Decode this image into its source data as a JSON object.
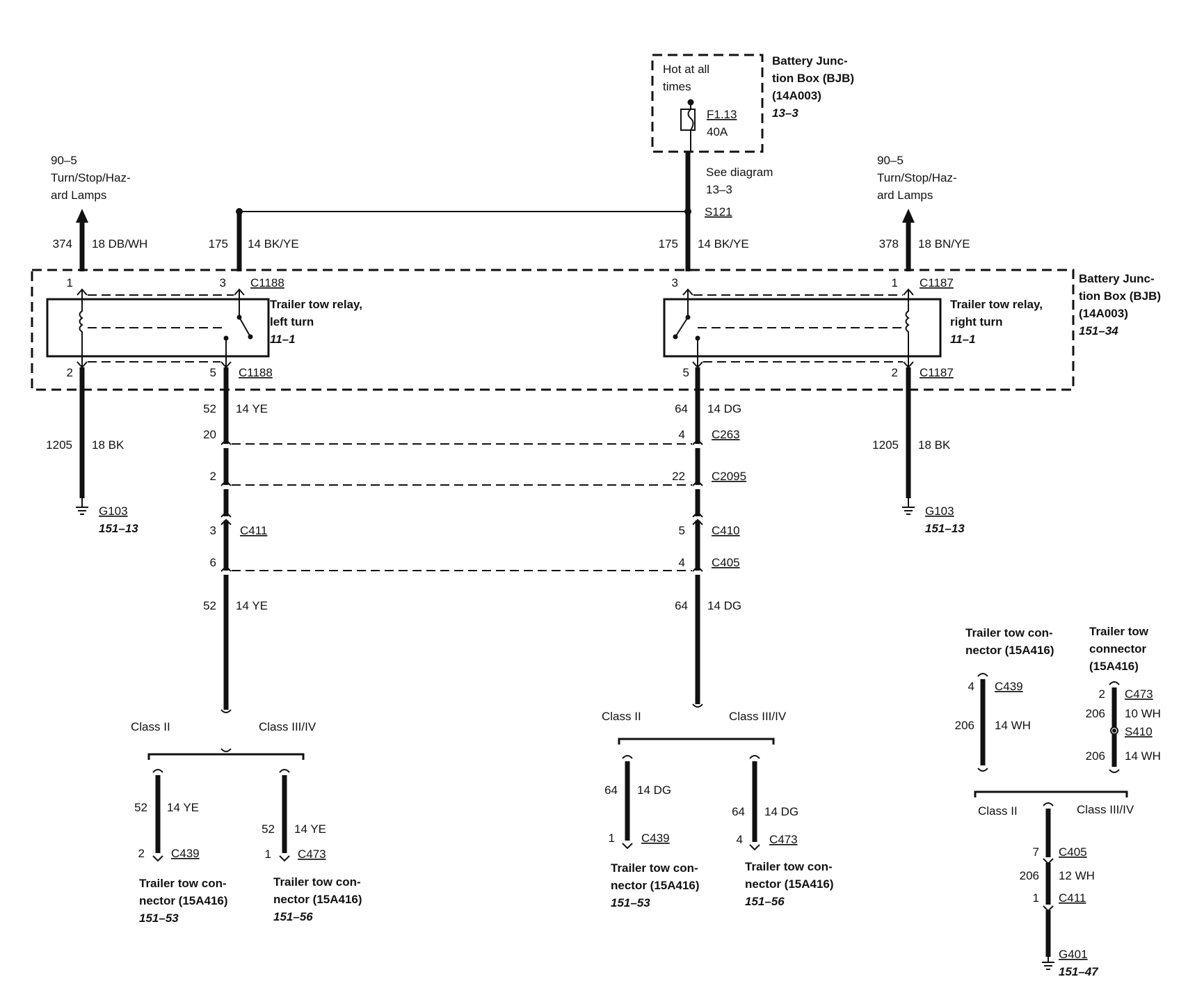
{
  "bjb": {
    "hot_line1": "Hot at all",
    "hot_line2": "times",
    "fuse": "F1.13",
    "amp": "40A",
    "title_line1": "Battery Junc-",
    "title_line2": "tion Box (BJB)",
    "part": "(14A003)",
    "ref": "13–3",
    "see1": "See diagram",
    "see2": "13–3",
    "splice": "S121",
    "box_line1": "Battery Junc-",
    "box_line2": "tion Box (BJB)",
    "box_part": "(14A003)",
    "box_ref": "151–34"
  },
  "left": {
    "lamp_ref": "90–5",
    "lamp_line1": "Turn/Stop/Haz-",
    "lamp_line2": "ard Lamps",
    "c374": "374",
    "w374": "18 DB/WH",
    "c175": "175",
    "w175": "14 BK/YE",
    "pin1": "1",
    "pin3": "3",
    "conn_top": "C1188",
    "relay_line1": "Trailer tow relay,",
    "relay_line2": "left turn",
    "relay_ref": "11–1",
    "pin2": "2",
    "pin5": "5",
    "conn_bot": "C1188",
    "c52": "52",
    "w52": "14 YE",
    "c1205": "1205",
    "w1205": "18 BK",
    "p20": "20",
    "p2": "2",
    "p3": "3",
    "c411": "C411",
    "p6": "6",
    "c52b": "52",
    "w52b": "14 YE",
    "gnd": "G103",
    "gnd_ref": "151–13",
    "class2": "Class II",
    "class34": "Class III/IV",
    "b1_circuit": "52",
    "b1_wire": "14 YE",
    "b1_pin": "2",
    "b1_conn": "C439",
    "b2_circuit": "52",
    "b2_wire": "14 YE",
    "b2_pin": "1",
    "b2_conn": "C473",
    "n1_line1": "Trailer tow con-",
    "n1_line2": "nector (15A416)",
    "n1_ref": "151–53",
    "n2_line1": "Trailer tow con-",
    "n2_line2": "nector (15A416)",
    "n2_ref": "151–56"
  },
  "right": {
    "c175": "175",
    "w175": "14 BK/YE",
    "lamp_ref": "90–5",
    "lamp_line1": "Turn/Stop/Haz-",
    "lamp_line2": "ard Lamps",
    "c378": "378",
    "w378": "18 BN/YE",
    "pin3": "3",
    "pin1": "1",
    "conn_top": "C1187",
    "relay_line1": "Trailer tow relay,",
    "relay_line2": "right turn",
    "relay_ref": "11–1",
    "pin5": "5",
    "pin2": "2",
    "conn_bot": "C1187",
    "c64": "64",
    "w64": "14 DG",
    "c1205": "1205",
    "w1205": "18 BK",
    "p4": "4",
    "c263": "C263",
    "p22": "22",
    "c2095": "C2095",
    "p5": "5",
    "c410": "C410",
    "p4b": "4",
    "c405": "C405",
    "c64b": "64",
    "w64b": "14 DG",
    "gnd": "G103",
    "gnd_ref": "151–13",
    "class2": "Class II",
    "class34": "Class III/IV",
    "b1_circuit": "64",
    "b1_wire": "14 DG",
    "b1_pin": "1",
    "b1_conn": "C439",
    "b2_circuit": "64",
    "b2_wire": "14 DG",
    "b2_pin": "4",
    "b2_conn": "C473",
    "n1_line1": "Trailer tow con-",
    "n1_line2": "nector (15A416)",
    "n1_ref": "151–53",
    "n2_line1": "Trailer tow con-",
    "n2_line2": "nector (15A416)",
    "n2_ref": "151–56"
  },
  "ground_circuit": {
    "t1_line1": "Trailer tow con-",
    "t1_line2": "nector (15A416)",
    "t2_line1": "Trailer tow",
    "t2_line2": "connector",
    "t2_line3": "(15A416)",
    "a_pin": "4",
    "a_conn": "C439",
    "a_circuit": "206",
    "a_wire": "14 WH",
    "b_pin": "2",
    "b_conn": "C473",
    "b_circuit": "206",
    "b_wire": "10 WH",
    "splice": "S410",
    "b2_circuit": "206",
    "b2_wire": "14 WH",
    "class2": "Class II",
    "class34": "Class III/IV",
    "c_pin7": "7",
    "c405": "C405",
    "c_circuit": "206",
    "c_wire": "12 WH",
    "c_pin1": "1",
    "c411": "C411",
    "gnd": "G401",
    "gnd_ref": "151–47"
  }
}
